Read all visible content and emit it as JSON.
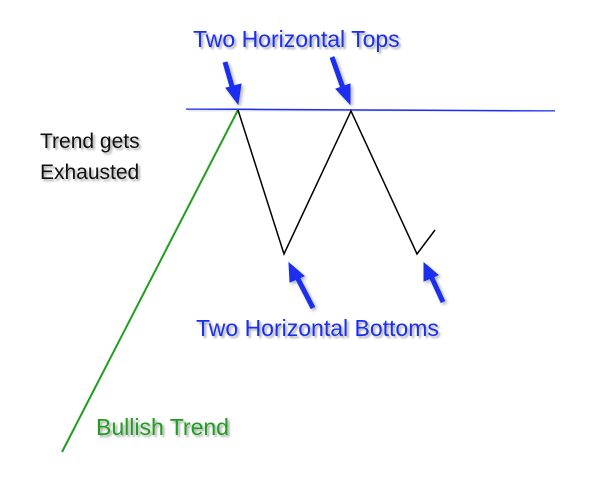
{
  "labels": {
    "tops": "Two Horizontal Tops",
    "bottoms": "Two Horizontal Bottoms",
    "exhausted_line1": "Trend gets",
    "exhausted_line2": "Exhausted",
    "bullish": "Bullish Trend"
  },
  "colors": {
    "resistance_support": "#1a2ff0",
    "bullish_trend": "#1f9e1f",
    "price": "#000000",
    "arrows": "#1a2ff0"
  }
}
